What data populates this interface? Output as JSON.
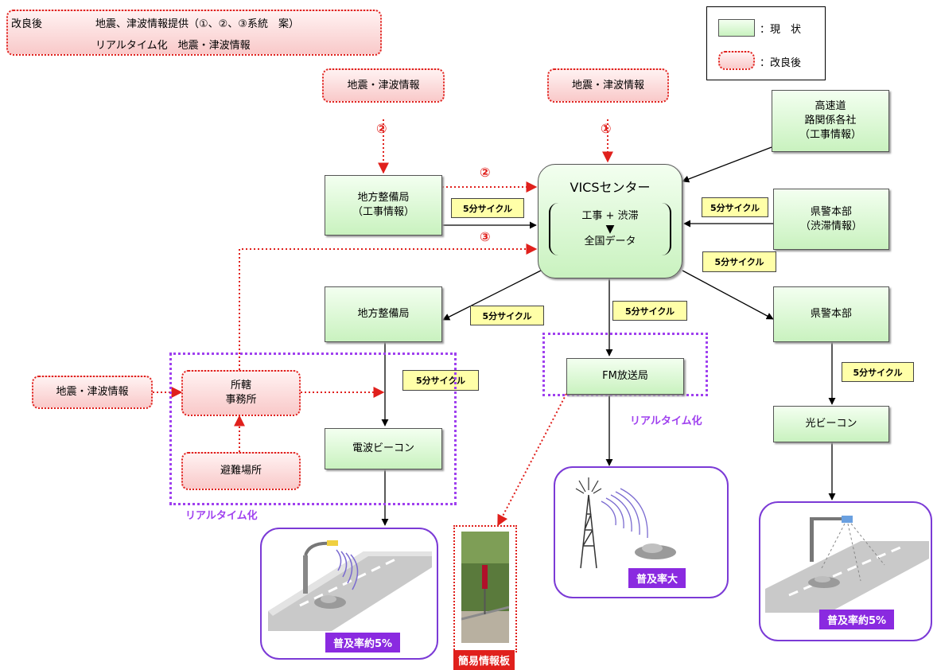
{
  "header": {
    "label": "改良後",
    "line1": "地震、津波情報提供（①、②、③系統　案）",
    "line2": "リアルタイム化　地震・津波情報"
  },
  "legend": {
    "current": "：現　状",
    "improved": "：改良後"
  },
  "sources": {
    "quake_left": "地震・津波情報",
    "quake_right": "地震・津波情報",
    "quake_local": "地震・津波情報",
    "expressway": [
      "高速道",
      "路関係各社",
      "（工事情報）"
    ],
    "regional_bureau_top": [
      "地方整備局",
      "（工事情報）"
    ],
    "police_top": [
      "県警本部",
      "（渋滞情報）"
    ]
  },
  "center": {
    "title": "VICSセンター",
    "line1": "工事 + 渋滞",
    "arrow": "▼",
    "line2": "全国データ"
  },
  "nodes": {
    "regional_bureau": "地方整備局",
    "fm_station": "FM放送局",
    "police": "県警本部",
    "office": [
      "所轄",
      "事務所"
    ],
    "shelter": "避難場所",
    "radio_beacon": "電波ビーコン",
    "optical_beacon": "光ビーコン"
  },
  "markers": {
    "one": "①",
    "two_top": "②",
    "two_side": "②",
    "three": "③"
  },
  "cycle_label": "5分サイクル",
  "realtime_label": "リアルタイム化",
  "captions": {
    "radio": "普及率約5%",
    "fm": "普及率大",
    "board": "簡易情報板",
    "optical": "普及率約5%"
  },
  "colors": {
    "current_fill": "#c9f2bf",
    "improved_border": "#e0201c",
    "realtime_border": "#9f40ef",
    "cycle_fill": "#ffffa8"
  }
}
